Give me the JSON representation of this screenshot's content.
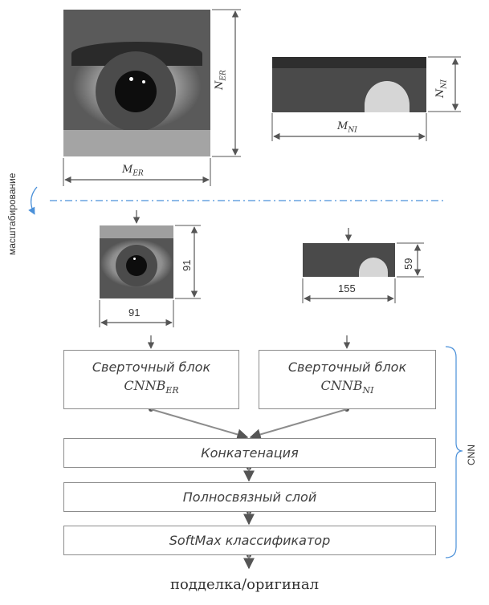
{
  "top": {
    "er_width_label": "M",
    "er_width_sub": "ER",
    "er_height_label": "N",
    "er_height_sub": "ER",
    "ni_width_label": "M",
    "ni_width_sub": "NI",
    "ni_height_label": "N",
    "ni_height_sub": "NI"
  },
  "scaling_label": "масштабирование",
  "scaled": {
    "er_width": "91",
    "er_height": "91",
    "ni_width": "155",
    "ni_height": "59"
  },
  "blocks": {
    "conv_er_line1": "Сверточный блок",
    "conv_er_line2": "CNNB",
    "conv_er_sub": "ER",
    "conv_ni_line1": "Сверточный блок",
    "conv_ni_line2": "CNNB",
    "conv_ni_sub": "NI",
    "concat": "Конкатенация",
    "fc": "Полносвязный слой",
    "softmax": "SoftMax классификатор"
  },
  "cnn_label": "CNN",
  "output_label": "подделка/оригинал",
  "colors": {
    "scaling_accent": "#4a90d9",
    "line": "#8c8c8c",
    "box_border": "#8c8c8c"
  }
}
